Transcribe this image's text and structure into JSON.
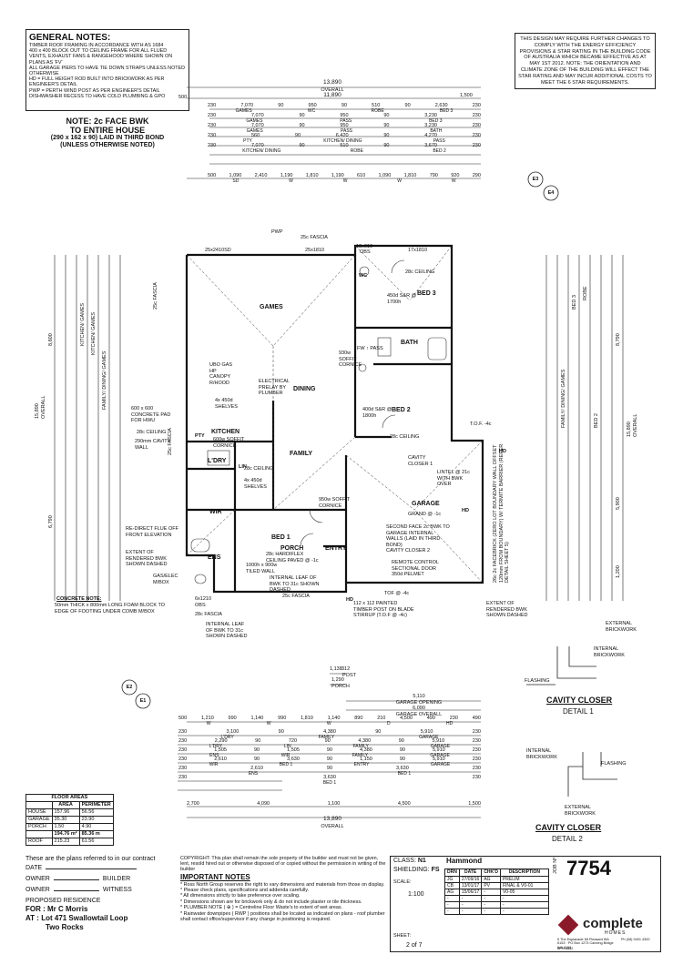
{
  "general_notes": {
    "title": "GENERAL NOTES:",
    "items": [
      "TIMBER ROOF FRAMING IN ACCORDANCE WITH AS 1684",
      "400 x 400 BLOCK OUT TO CEILING FRAME FOR ALL FLUED VENTS, EXHAUST FANS & RANGEHOOD WHERE SHOWN ON PLANS AS 'FV'",
      "ALL GARAGE PIERS TO HAVE TIE DOWN STRAPS UNLESS NOTED OTHERWISE",
      "HD = FULL HEIGHT ROD BUILT INTO BRICKWORK AS PER ENGINEER'S DETAIL",
      "PWP = PERTH WIND POST AS PER ENGINEER'S DETAIL",
      "DISHWASHER RECESS TO HAVE COLD PLUMBING & GPO"
    ]
  },
  "energy_note": "THIS DESIGN MAY REQUIRE FURTHER CHANGES TO COMPLY WITH THE ENERGY EFFICIENCY PROVISIONS & STAR RATING IN THE BUILDING CODE OF AUSTRALIA WHICH BECAME EFFECTIVE AS AT MAY 1ST 2012. NOTE: THE ORIENTATION AND CLIMATE ZONE OF THE BUILDING WILL EFFECT THE STAR RATING AND MAY INCUR ADDITIONAL COSTS TO MEET THE 6 STAR REQUIREMENTS.",
  "bwk_note": {
    "line1": "NOTE: 2c FACE BWK",
    "line2": "TO ENTIRE HOUSE",
    "line3": "(290 x 162 x 90) LAID IN THIRD BOND",
    "line4": "(UNLESS OTHERWISE NOTED)"
  },
  "top_dims": {
    "overall_total": "13,890",
    "overall_label": "OVERALL",
    "left_offset": "500",
    "main": "11,890",
    "right_offset": "1,500",
    "row1": [
      "230",
      "7,070",
      "90",
      "950",
      "90",
      "510",
      "90",
      "2,630",
      "230"
    ],
    "row1_labels": [
      "GAMES",
      "WC",
      "ROBE",
      "BED 3"
    ],
    "row2": [
      "230",
      "7,070",
      "90",
      "950",
      "90",
      "3,230",
      "230"
    ],
    "row2_labels": [
      "GAMES",
      "PASS",
      "BED 3"
    ],
    "row3": [
      "230",
      "7,070",
      "90",
      "950",
      "90",
      "3,230",
      "230"
    ],
    "row3_labels": [
      "GAMES",
      "PASS",
      "BATH"
    ],
    "row4": [
      "230",
      "560",
      "90",
      "6,420",
      "90",
      "4,270",
      "230"
    ],
    "row4_labels": [
      "PTY",
      "KITCHEN/ DINING",
      "PASS"
    ],
    "row5": [
      "230",
      "7,070",
      "90",
      "510",
      "90",
      "3,670",
      "230"
    ],
    "row5_labels": [
      "KITCHEN/ DINING",
      "ROBE",
      "BED 2"
    ],
    "row6": [
      "500",
      "1,090",
      "2,410",
      "1,190",
      "1,810",
      "1,190",
      "610",
      "1,090",
      "1,810",
      "790",
      "920",
      "290"
    ],
    "row6_labels": [
      "SD",
      "W",
      "W",
      "W",
      "W"
    ]
  },
  "bottom_dims": {
    "porch_row": [
      "1,138",
      "312"
    ],
    "porch_label": "POST",
    "porch_total": "1,290",
    "porch_word": "PORCH",
    "garage_opening_a": "5,110",
    "garage_opening_label": "GARAGE OPENING",
    "garage_opening_b": "6,090",
    "garage_overall_label": "GARAGE OVERALL",
    "row_a": [
      "500",
      "1,210",
      "990",
      "1,140",
      "990",
      "1,810",
      "1,140",
      "890",
      "210",
      "4,500",
      "490",
      "230",
      "490"
    ],
    "row_a_labels": [
      "W",
      "W",
      "W",
      "D",
      "HD"
    ],
    "row_b": [
      "230",
      "3,100",
      "90",
      "4,380",
      "90",
      "5,910",
      "230"
    ],
    "row_b_labels": [
      "L'DRY",
      "FAMILY",
      "GARAGE"
    ],
    "row_c": [
      "230",
      "2,290",
      "90",
      "720",
      "90",
      "4,380",
      "90",
      "5,910",
      "230"
    ],
    "row_c_labels": [
      "L'DRY",
      "LIN",
      "FAMILY",
      "GARAGE"
    ],
    "row_d": [
      "230",
      "1,505",
      "90",
      "1,505",
      "90",
      "4,380",
      "90",
      "5,910",
      "230"
    ],
    "row_d_labels": [
      "ENS",
      "WIR",
      "FAMILY",
      "GARAGE"
    ],
    "row_e": [
      "230",
      "2,610",
      "90",
      "3,630",
      "90",
      "1,150",
      "90",
      "5,910",
      "230"
    ],
    "row_e_labels": [
      "WIR",
      "BED 1",
      "ENTRY",
      "GARAGE"
    ],
    "row_f": [
      "230",
      "2,610",
      "90",
      "3,630",
      "230"
    ],
    "row_f_labels": [
      "ENS",
      "BED 1"
    ],
    "row_g": [
      "230",
      "3,630",
      "230"
    ],
    "row_g_labels": [
      "BED 1"
    ],
    "row_h": [
      "2,700",
      "4,090",
      "1,100",
      "4,500",
      "1,500"
    ],
    "overall_total": "13,890",
    "overall_label": "OVERALL"
  },
  "rooms": {
    "games": "GAMES",
    "dining": "DINING",
    "family": "FAMILY",
    "kitchen": "KITCHEN",
    "ldry": "L'DRY",
    "wir": "WIR",
    "ens": "ENS",
    "bed1": "BED 1",
    "porch": "PORCH",
    "entry": "ENTRY",
    "garage": "GARAGE",
    "bed2": "BED 2",
    "bed3": "BED 3",
    "bath": "BATH",
    "wc": "WC",
    "lin": "LIN",
    "pty": "PTY"
  },
  "plan_notes": {
    "pwp": "PWP",
    "fascia_top": "25c FASCIA",
    "lintel_a": "25x2410SD",
    "lintel_b": "25x1810",
    "lintel_c": "13x610",
    "obs": "OBS",
    "lintel_d": "17x1810",
    "ceiling_28": "28c CEILING",
    "sr450": "450d S&R @ 1700h",
    "fascia_left": "25c FASCIA",
    "elec_prelay": "ELECTRICAL PRELAY BY PLUMBER",
    "soffit": "930w SOFFIT CORNICE",
    "bath_notes": "FW ↑ PASS",
    "sr400": "400d S&R @ 1800h",
    "tof4": "T.O.F. -4c",
    "ceiling_28b": "28c CEILING",
    "cavity_closer1": "CAVITY CLOSER 1",
    "lintel_21c": "LINTEL @ 21c WITH BWK OVER",
    "garage_grand": "GRAND @ -1c",
    "second_face": "SECOND FACE 2c BWK TO GARAGE INTERNAL WALLS (LAID IN THIRD BOND)",
    "cavity_closer2": "CAVITY CLOSER 2",
    "remote_sectional": "REMOTE CONTROL SECTIONAL DOOR",
    "pelmet": "350d PELMET",
    "tof4b": "TOF @ -4c",
    "painted_post": "112 x 112 PAINTED TIMBER POST ON BLADE STIRRUP (T.O.F @ -4c)",
    "ext_rendered_right": "EXTENT OF RENDERED BWK SHOWN DASHED",
    "parapet": "26c 2c FACEBRICK (ZERO LOT BOUNDARY WALL OFFSET 120mm FROM BOUNDARY) W/ TERMITE BARRIER (REFER DETAIL SHEET 5)",
    "hd": "HD",
    "uso": "UBO GAS HP CANOPY R/HOOD",
    "shelves": "4x 450d SHELVES",
    "pad_hwu": "600 x 600 CONCRETE PAD FOR HWU",
    "ceiling_28c": "28c CEILING",
    "cavity_290": "290mm CAVITY WALL",
    "soffit_600": "600w SOFFIT CORNICE",
    "ceiling_28d": "28c CEILING",
    "shelves_b": "4x 450d SHELVES",
    "soffit_950": "950w SOFFIT CORNICE",
    "fascia_25c": "25c FASCIA",
    "redirect_flue": "RE-DIRECT FLUE OFF FRONT ELEVATION",
    "ext_rendered_left": "EXTENT OF RENDERED BWK SHOWN DASHED",
    "gas_elec": "GAS/ELEC M/BOX",
    "hardiflex": "28c HARDIFLEX CEILING PAVED @ -1c",
    "tiled_wall": "1000h x 900w TILED WALL",
    "internal_leaf": "INTERNAL LEAF OF BWK TO 31c SHOWN DASHED",
    "obs_lintel": "6x1210 OBS",
    "fascia_bottom": "28c FASCIA",
    "fascia_bottom2": "25c FASCIA",
    "internal_leaf2": "INTERNAL LEAF OF BWK TO 31c SHOWN DASHED",
    "conc_note_title": "CONCRETE NOTE:",
    "conc_note": "50mm THICK x 800mm LONG FOAM BLOCK TO EDGE OF FOOTING UNDER COMB M/BOX"
  },
  "left_dims": {
    "overall": "15,890",
    "overall_label": "OVERALL",
    "upper": "8,600",
    "lower": "6,790",
    "cols": [
      "KITCHEN/ GAMES",
      "KITCHEN/ GAMES",
      "FAMILY/ DINING/ GAMES"
    ]
  },
  "right_dims": {
    "overall": "15,890",
    "overall_label": "OVERALL",
    "upper": "8,790",
    "lower": "5,900",
    "bottom": "1,200",
    "cols": [
      "FAMILY/ DINING/ GAMES",
      "BED 3",
      "ROBE",
      "BED 2"
    ]
  },
  "elevation_markers": [
    "E3",
    "E4",
    "E2",
    "E1"
  ],
  "details": {
    "d1_title": "CAVITY CLOSER",
    "d1_sub": "DETAIL 1",
    "d1_labels": [
      "INTERNAL BRICKWORK",
      "EXTERNAL BRICKWORK",
      "FLASHING"
    ],
    "d2_title": "CAVITY CLOSER",
    "d2_sub": "DETAIL 2",
    "d2_labels": [
      "INTERNAL BRICKWORK",
      "FLASHING",
      "EXTERNAL BRICKWORK"
    ]
  },
  "floor_areas": {
    "title": "FLOOR AREAS",
    "headers": [
      "",
      "AREA",
      "PERIMETER"
    ],
    "rows": [
      [
        "HOUSE",
        "157.96",
        "56.56"
      ],
      [
        "GARAGE",
        "35.30",
        "23.90"
      ],
      [
        "PORCH",
        "1.50",
        "4.90"
      ],
      [
        "",
        "194.76 m²",
        "85.36 m"
      ]
    ],
    "roof": [
      "ROOF",
      "215.23",
      "61.56"
    ]
  },
  "contract": {
    "statement": "These are the plans referred to in our contract",
    "date_label": "DATE",
    "owner_label": "OWNER",
    "builder_label": "BUILDER",
    "owner2_label": "OWNER",
    "witness_label": "WITNESS"
  },
  "project": {
    "proposed": "PROPOSED RESIDENCE",
    "for_label": "FOR :",
    "client": "Mr C Morris",
    "at_label": "AT :",
    "address1": "Lot 471 Swallowtail Loop",
    "address2": "Two Rocks"
  },
  "copyright": "COPYRIGHT: This plan shall remain the sole property of the builder and must not be given, lent, resold hired out or otherwise disposed of or copied without the permission in writing of the builder",
  "important_notes": {
    "title": "IMPORTANT NOTES",
    "items": [
      "* Ross North Group reserves the right to vary dimensions and materials from those on display.",
      "* Please check plans, specifications and addenda carefully.",
      "* All dimensions strictly to take preference over scaling.",
      "* Dimensions shown are for brickwork only & do not include plaster or tile thickness.",
      "* PLUMBER NOTE ( ⊕ ) = Centreline Floor Waste's to extent of wet areas.",
      "* Rainwater downpipes ( RWP ) positions shall be located as indicated on plans - roof plumber shall contact office/supervisor if any change in positioning is required."
    ]
  },
  "title_block": {
    "class_label": "CLASS:",
    "class_value": "N1",
    "shielding_label": "SHIELDING:",
    "shielding_value": "FS",
    "scale_label": "SCALE:",
    "scale_value": "1:100",
    "sheet_label": "SHEET:",
    "sheet_value": "2 of 7",
    "series": "Hammond",
    "rev_headers": [
      "DRN",
      "DATE",
      "CHK'D",
      "DESCRIPTION"
    ],
    "rev_rows": [
      [
        "JG",
        "27/09/16",
        "AG",
        "PRELIM"
      ],
      [
        "CB",
        "13/01/17",
        "PV",
        "FINAL & V0-01"
      ],
      [
        "AG",
        "15/06/17",
        "-",
        "V0-05"
      ],
      [
        "-",
        "-",
        "-",
        "-"
      ],
      [
        "-",
        "-",
        "-",
        "-"
      ],
      [
        "-",
        "-",
        "-",
        "-"
      ]
    ],
    "job_label": "JOB Nº",
    "job_number": "7754",
    "brand": "complete",
    "brand_sub": "HOMES",
    "address_small": "5 The Esplanade Mt Pleasant WA 6153 · PO Box 1273 Canning Bridge WA 6153",
    "phone_small": "Ph (08) 9401 4300",
    "bpn": "BPN 6552"
  }
}
